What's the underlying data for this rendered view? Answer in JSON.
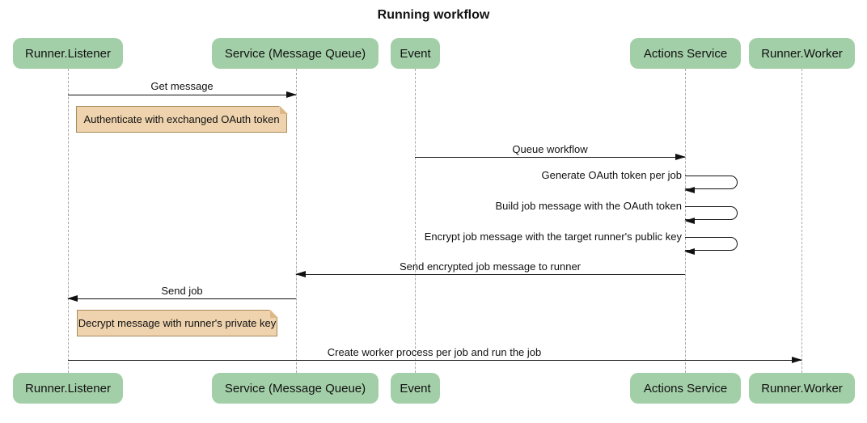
{
  "title": "Running workflow",
  "actors": [
    {
      "id": "runner-listener",
      "label": "Runner.Listener"
    },
    {
      "id": "service-message-queue",
      "label": "Service (Message Queue)"
    },
    {
      "id": "event",
      "label": "Event"
    },
    {
      "id": "actions-service",
      "label": "Actions Service"
    },
    {
      "id": "runner-worker",
      "label": "Runner.Worker"
    }
  ],
  "messages": [
    {
      "label": "Get message",
      "from": "Runner.Listener",
      "to": "Service (Message Queue)",
      "type": "solid-arrow"
    },
    {
      "label": "Queue workflow",
      "from": "Event",
      "to": "Actions Service",
      "type": "solid-arrow"
    },
    {
      "label": "Generate OAuth token per job",
      "from": "Actions Service",
      "to": "Actions Service",
      "type": "self-loop"
    },
    {
      "label": "Build job message with the OAuth token",
      "from": "Actions Service",
      "to": "Actions Service",
      "type": "self-loop"
    },
    {
      "label": "Encrypt job message with the target runner's public key",
      "from": "Actions Service",
      "to": "Actions Service",
      "type": "self-loop"
    },
    {
      "label": "Send encrypted job message to runner",
      "from": "Actions Service",
      "to": "Service (Message Queue)",
      "type": "solid-arrow"
    },
    {
      "label": "Send job",
      "from": "Service (Message Queue)",
      "to": "Runner.Listener",
      "type": "solid-arrow"
    },
    {
      "label": "Create worker process per job and run the job",
      "from": "Runner.Listener",
      "to": "Runner.Worker",
      "type": "solid-arrow"
    }
  ],
  "notes": [
    {
      "label": "Authenticate with exchanged OAuth token",
      "position": "right of Runner.Listener"
    },
    {
      "label": "Decrypt message with runner's private key",
      "position": "right of Runner.Listener"
    }
  ],
  "colors": {
    "actor_fill": "#a3cfa8",
    "note_fill": "#eed3ae",
    "note_border": "#aa8a58",
    "message_line": "#111111",
    "lifeline": "#a8a8a8",
    "background": "#ffffff",
    "text": "#111111"
  }
}
